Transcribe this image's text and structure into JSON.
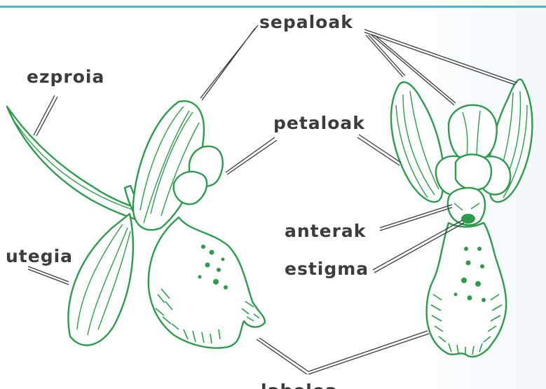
{
  "labels": {
    "sepals": "sepaloak",
    "spur": "ezproia",
    "petals": "petaloak",
    "ovary": "utegia",
    "anthers": "anterak",
    "stigma": "estigma",
    "labellum": "labeloa"
  },
  "colors": {
    "line": "#2e9a4e",
    "label": "#3c3c3c",
    "rule": "#4fb0cc"
  }
}
